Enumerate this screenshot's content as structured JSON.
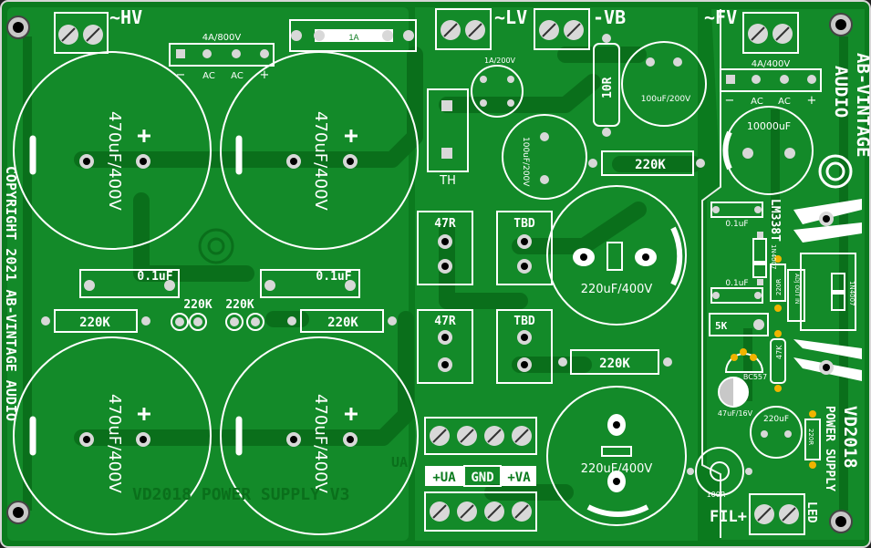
{
  "board": {
    "colors": {
      "substrate": "#0b7a1e",
      "copper": "#138a29",
      "trace": "#0a6f1b",
      "silk": "#ffffff",
      "pad": "#d8d8d8",
      "hole": "#000000",
      "edge": "#d6d6d6"
    },
    "labels": {
      "hv": "~HV",
      "lv": "~LV",
      "vb": "-VB",
      "fv": "~FV",
      "bridge_hv_rating": "4A/800V",
      "bridge_fv_rating": "4A/400V",
      "pin_minus": "−",
      "pin_ac": "AC",
      "pin_plus": "+",
      "fuse": "1A",
      "small_bridge": "1A/200V",
      "r_10r": "10R",
      "cap_100u_a": "100uF/200V",
      "cap_100u_b": "100uF/200V",
      "cap_10000u": "10000uF",
      "brand_line1": "AB-VINTAGE",
      "brand_line2": "AUDIO",
      "th": "TH",
      "r_220k_top": "220K",
      "r_47r_a": "47R",
      "tbd_a": "TBD",
      "r_47r_b": "47R",
      "tbd_b": "TBD",
      "cap_220u_a": "220uF/400V",
      "cap_220u_b": "220uF/400V",
      "r_220k_mid": "220K",
      "cap_470u": "470uF/400V",
      "film_01u": "0.1uF",
      "r_220k_left": "220K",
      "r_220k_center": "220K",
      "pad_220k_a": "220K",
      "pad_220k_b": "220K",
      "copyright": "COPYRIGHT 2021 AB-VINTAGE AUDIO",
      "bottom_text": "VD2018 POWER SUPPLY V3",
      "ghost_ua": "UA",
      "term_ua": "+UA",
      "term_gnd": "GND",
      "term_va": "+VA",
      "reg": "LM338T",
      "diode_a": "1N4007",
      "diode_b": "1N4007",
      "r_220r_a": "220R",
      "reg_pins": "ADJ OUT IN",
      "trim": "5K",
      "transistor": "BC557",
      "r_47k": "47K",
      "cap_47u": "47uF/16V",
      "cap_220u_small": "220uF",
      "r_220r_b": "220R",
      "title": "VD2018",
      "subtitle": "POWER SUPPLY",
      "r_100r": "100R",
      "fil": "FIL+",
      "led": "LED"
    }
  }
}
